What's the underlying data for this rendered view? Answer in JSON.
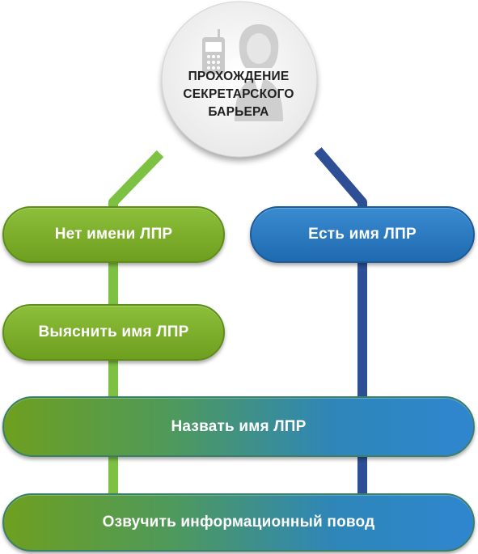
{
  "badge": {
    "lines": [
      "ПРОХОЖДЕНИЕ",
      "СЕКРЕТАРСКОГО",
      "БАРЬЕРА"
    ],
    "icons": [
      "phone-icon",
      "secretary-icon"
    ]
  },
  "nodes": {
    "no_name": "Нет имени ЛПР",
    "has_name": "Есть имя ЛПР",
    "find_name": "Выяснить имя ЛПР",
    "say_name": "Назвать имя ЛПР",
    "voice_reason": "Озвучить информационный повод"
  },
  "colors": {
    "green": "#7bad2a",
    "blue": "#2a78c0",
    "dark_blue_line": "#2e4f96",
    "green_line": "#7dc142"
  }
}
